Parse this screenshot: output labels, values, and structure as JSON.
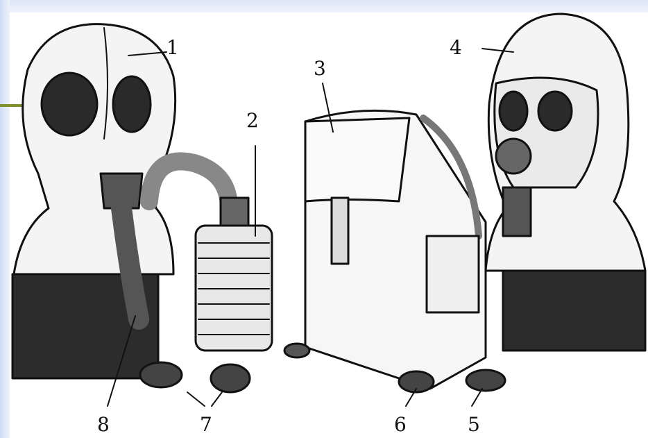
{
  "labels": {
    "l1": "1",
    "l2": "2",
    "l3": "3",
    "l4": "4",
    "l5": "5",
    "l6": "6",
    "l7": "7",
    "l8": "8"
  },
  "colors": {
    "ink": "#111111",
    "shade": "#3a3a3a",
    "paper": "#ffffff",
    "accent": "#7f8f2a",
    "background_tint": "#dbe6f7"
  }
}
